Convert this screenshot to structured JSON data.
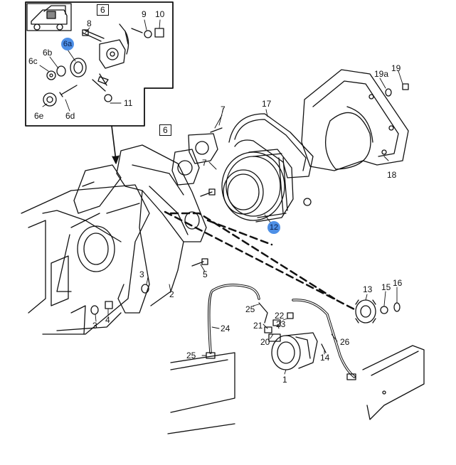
{
  "diagram": {
    "inset_box_label": "6",
    "main_box_label": "6",
    "callouts": [
      "8",
      "9",
      "10",
      "6a",
      "6b",
      "6c",
      "7",
      "11",
      "6e",
      "6d",
      "17",
      "19a",
      "19",
      "18",
      "7",
      "12",
      "3",
      "5",
      "2",
      "3",
      "4",
      "25",
      "22",
      "23",
      "21",
      "20",
      "24",
      "25",
      "1",
      "14",
      "26",
      "13",
      "15",
      "16"
    ],
    "highlighted": [
      "6a",
      "12"
    ]
  }
}
